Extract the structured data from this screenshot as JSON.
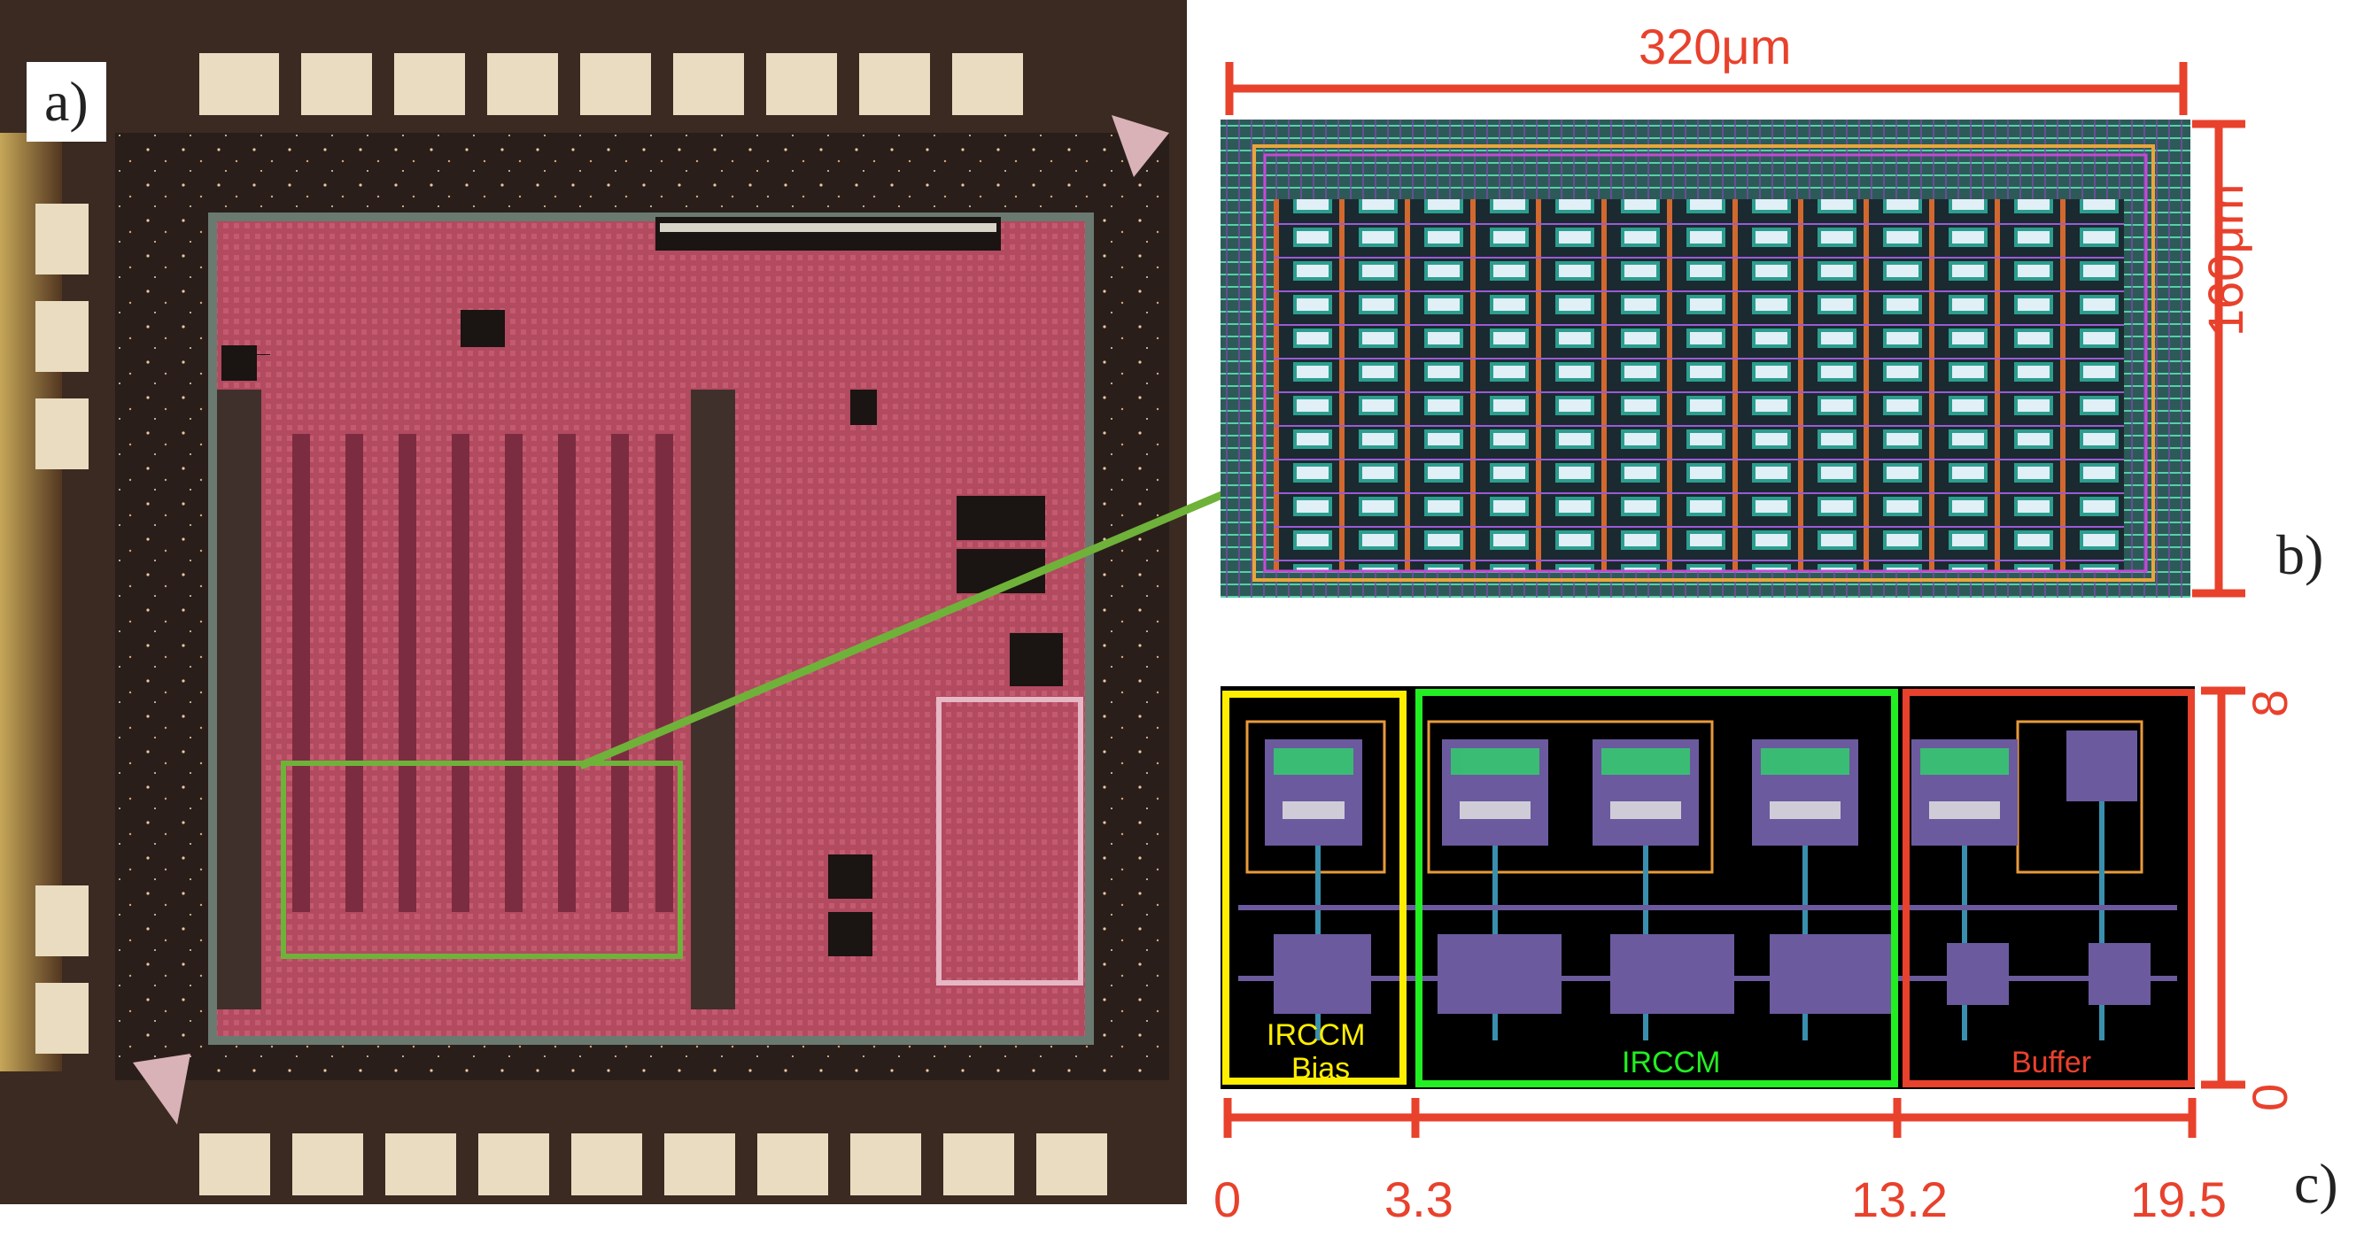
{
  "figure": {
    "panel_a": {
      "label": "a)"
    },
    "panel_b": {
      "label": "b)",
      "width_label": "320μm",
      "height_label": "160μm"
    },
    "panel_c": {
      "label": "c)",
      "blocks": [
        {
          "line1": "IRCCM",
          "line2": "Bias",
          "color": "#ffee00"
        },
        {
          "line1": "IRCCM",
          "color": "#22ee22"
        },
        {
          "line1": "Buffer",
          "color": "#e8412c"
        }
      ],
      "x_ticks": [
        "0",
        "3.3",
        "13.2",
        "19.5"
      ],
      "y_ticks": [
        "0",
        "8"
      ]
    },
    "colors": {
      "scale": "#e8412c",
      "arrow": "#6fb23a",
      "die": "#b0485c"
    }
  }
}
